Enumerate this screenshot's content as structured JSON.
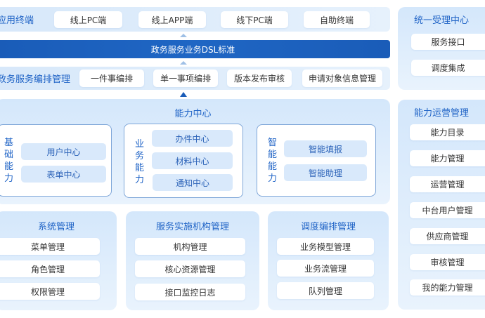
{
  "terminals": {
    "label": "应用终端",
    "items": [
      "线上PC端",
      "线上APP端",
      "线下PC端",
      "自助终端"
    ]
  },
  "dsl_bar": {
    "label": "政务服务业务DSL标准",
    "color": "#1a5cb8"
  },
  "orchestration": {
    "label": "政务服务编排管理",
    "items": [
      "一件事编排",
      "单一事项编排",
      "版本发布审核",
      "申请对象信息管理"
    ]
  },
  "capability_center": {
    "title": "能力中心",
    "groups": [
      {
        "label": "基础能力",
        "items": [
          "用户中心",
          "表单中心"
        ]
      },
      {
        "label": "业务能力",
        "items": [
          "办件中心",
          "材料中心",
          "通知中心"
        ]
      },
      {
        "label": "智能能力",
        "items": [
          "智能填报",
          "智能助理"
        ]
      }
    ]
  },
  "bottom_panels": [
    {
      "title": "系统管理",
      "items": [
        "菜单管理",
        "角色管理",
        "权限管理"
      ]
    },
    {
      "title": "服务实施机构管理",
      "items": [
        "机构管理",
        "核心资源管理",
        "接口监控日志"
      ]
    },
    {
      "title": "调度编排管理",
      "items": [
        "业务模型管理",
        "业务流管理",
        "队列管理"
      ]
    }
  ],
  "unified_acceptance": {
    "title": "统一受理中心",
    "items": [
      "服务接口",
      "调度集成"
    ]
  },
  "capability_ops": {
    "title": "能力运营管理",
    "items": [
      "能力目录",
      "能力管理",
      "运营管理",
      "中台用户管理",
      "供应商管理",
      "审核管理",
      "我的能力管理"
    ]
  }
}
